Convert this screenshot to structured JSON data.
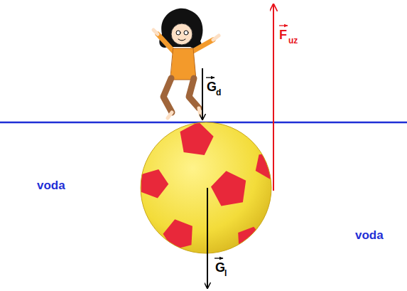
{
  "diagram": {
    "labels": [
      "G",
      "d",
      "F",
      "uz",
      "G",
      "l",
      "voda",
      "voda"
    ]
  }
}
